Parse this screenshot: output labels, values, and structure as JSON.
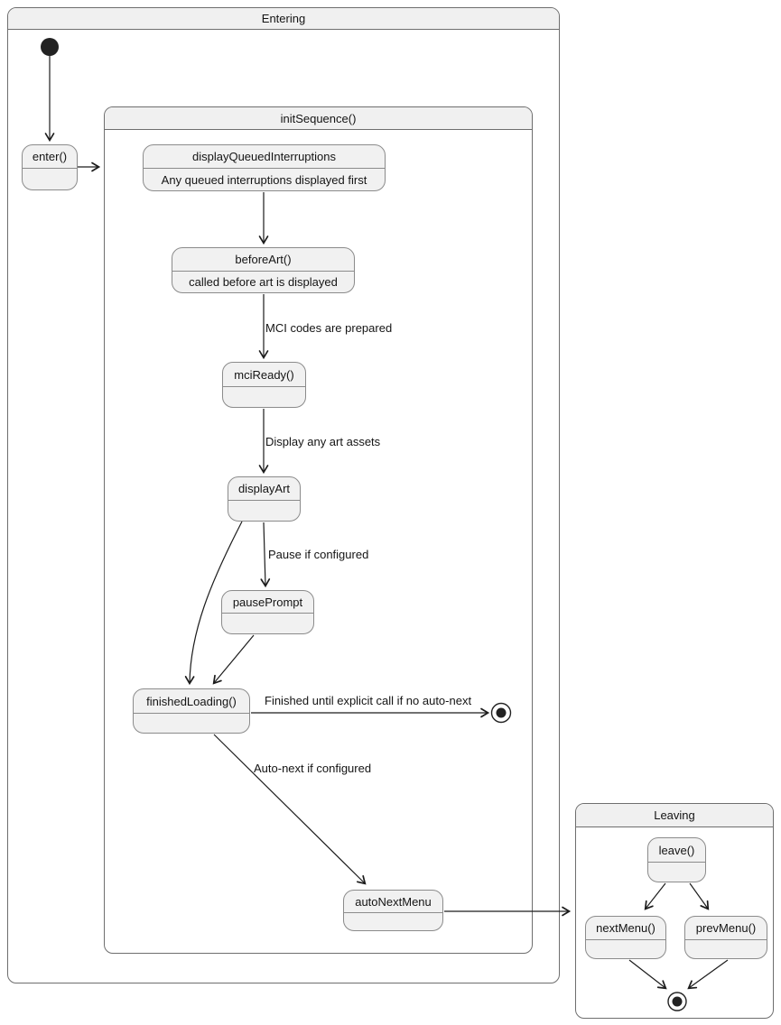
{
  "diagram": {
    "type": "uml-state-diagram",
    "containers": {
      "entering": {
        "title": "Entering"
      },
      "init_sequence": {
        "title": "initSequence()"
      },
      "leaving": {
        "title": "Leaving"
      }
    },
    "states": {
      "enter": {
        "title": "enter()"
      },
      "display_queued_interruptions": {
        "title": "displayQueuedInterruptions",
        "description": "Any queued interruptions displayed first"
      },
      "before_art": {
        "title": "beforeArt()",
        "description": "called before art is displayed"
      },
      "mci_ready": {
        "title": "mciReady()"
      },
      "display_art": {
        "title": "displayArt"
      },
      "pause_prompt": {
        "title": "pausePrompt"
      },
      "finished_loading": {
        "title": "finishedLoading()"
      },
      "auto_next_menu": {
        "title": "autoNextMenu"
      },
      "leave": {
        "title": "leave()"
      },
      "next_menu": {
        "title": "nextMenu()"
      },
      "prev_menu": {
        "title": "prevMenu()"
      }
    },
    "edge_labels": {
      "mci_codes_are_prepared": "MCI codes are prepared",
      "display_any_art_assets": "Display any art assets",
      "pause_if_configured": "Pause if configured",
      "finished_until_explicit_call": "Finished until explicit call if no auto-next",
      "auto_next_if_configured": "Auto-next if configured"
    },
    "colors": {
      "state_fill": "#f1f1f1",
      "state_border": "#8b8b8b",
      "region_border": "#6e6e6e",
      "region_header_fill": "#f0f0f0",
      "arrow": "#1c1c1c",
      "text": "#141414",
      "background": "#ffffff"
    }
  }
}
